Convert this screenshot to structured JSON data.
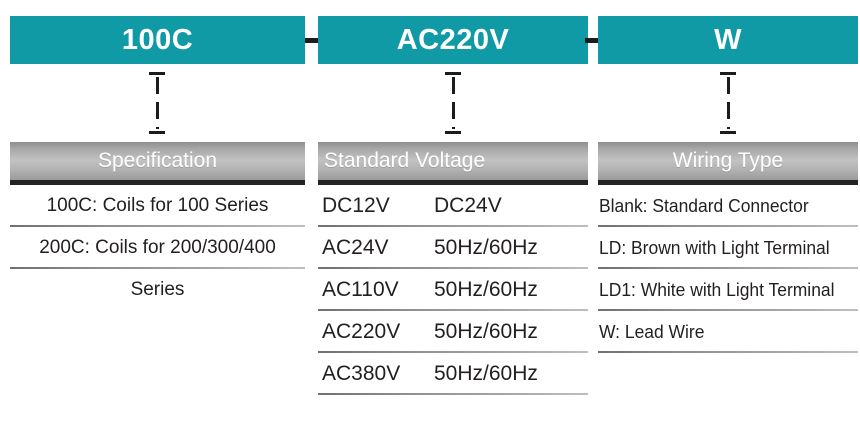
{
  "colors": {
    "code_box_teal": "#0f9aa6",
    "header_gray_top": "#8e8e8e",
    "header_gray_mid": "#c2c2c2",
    "header_rule_dark": "#242424",
    "text_dark": "#231f20",
    "code_text": "#ffffff"
  },
  "code_row": {
    "segments": [
      {
        "value": "100C"
      },
      {
        "value": "AC220V"
      },
      {
        "value": "W"
      }
    ],
    "separator": "-"
  },
  "columns": [
    {
      "id": "specification",
      "header": "Specification",
      "header_align": "center",
      "rows": [
        {
          "text": "100C: Coils for 100 Series",
          "border": true
        },
        {
          "text": "200C: Coils for 200/300/400",
          "border": true
        },
        {
          "text": "Series",
          "border": false
        }
      ]
    },
    {
      "id": "standard-voltage",
      "header": "Standard Voltage",
      "header_align": "left",
      "rows": [
        {
          "code": "DC12V",
          "detail": "DC24V",
          "border": true
        },
        {
          "code": "AC24V",
          "detail": "50Hz/60Hz",
          "border": true
        },
        {
          "code": "AC110V",
          "detail": "50Hz/60Hz",
          "border": true
        },
        {
          "code": "AC220V",
          "detail": "50Hz/60Hz",
          "border": true
        },
        {
          "code": "AC380V",
          "detail": "50Hz/60Hz",
          "border": true
        }
      ]
    },
    {
      "id": "wiring-type",
      "header": "Wiring Type",
      "header_align": "center",
      "rows": [
        {
          "text": "Blank: Standard Connector",
          "border": true
        },
        {
          "text": "LD: Brown with Light Terminal",
          "border": true
        },
        {
          "text": "LD1: White with Light Terminal",
          "border": true
        },
        {
          "text": "W: Lead Wire",
          "border": true
        }
      ]
    }
  ]
}
